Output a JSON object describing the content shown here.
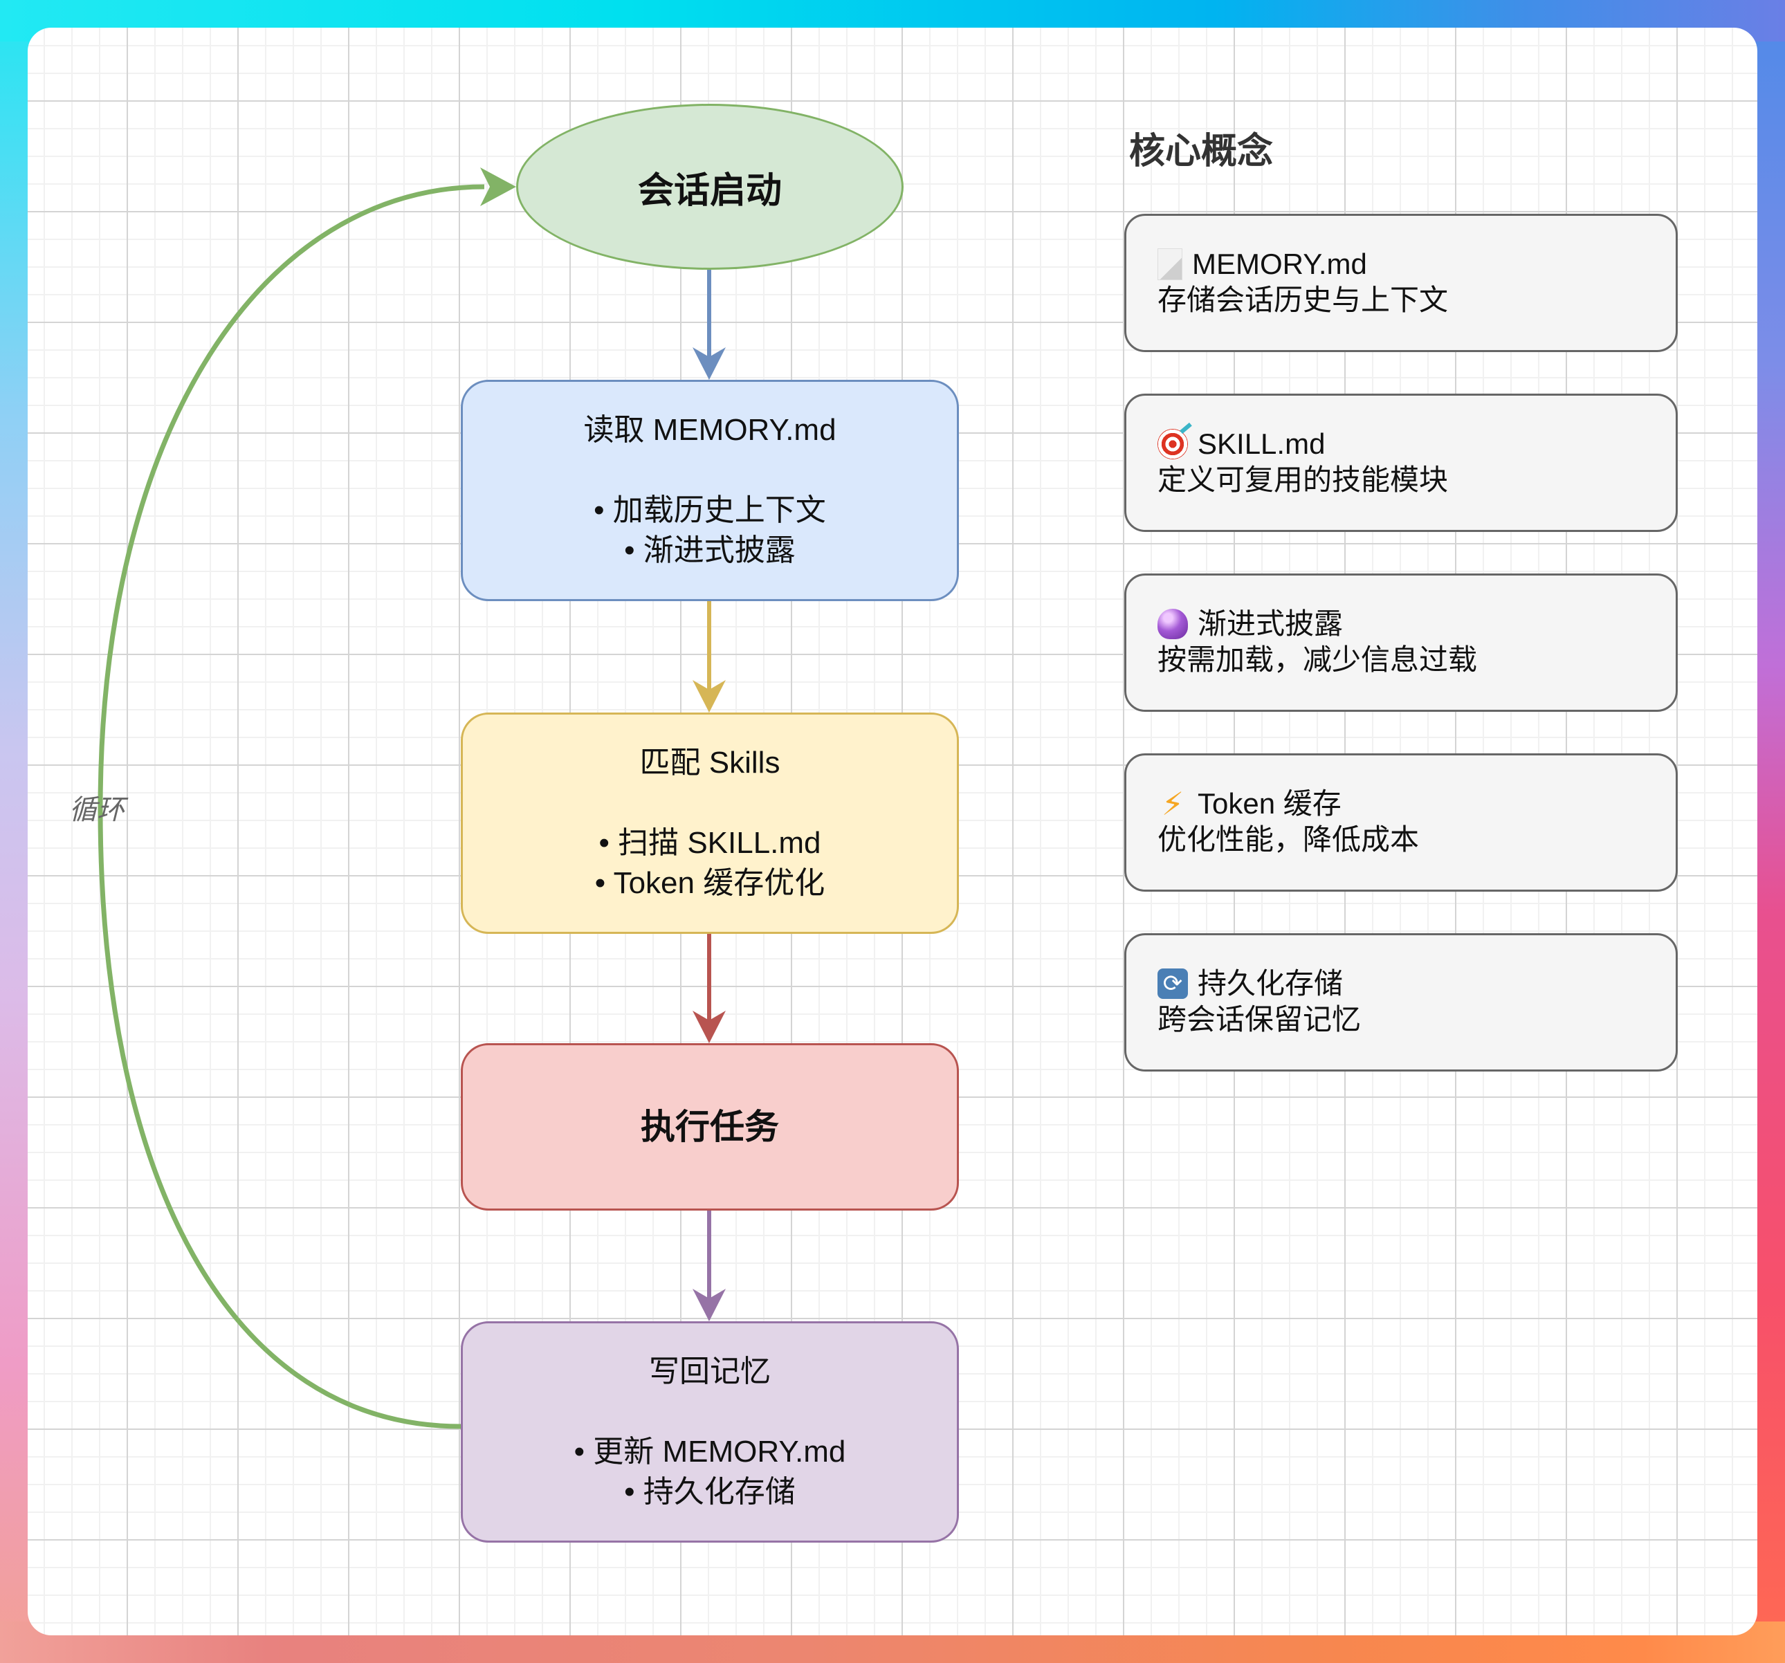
{
  "flow": {
    "start": {
      "label": "会话启动"
    },
    "steps": [
      {
        "title": "读取 MEMORY.md",
        "bullets": [
          "• 加载历史上下文",
          "• 渐进式披露"
        ]
      },
      {
        "title": "匹配 Skills",
        "bullets": [
          "• 扫描 SKILL.md",
          "• Token 缓存优化"
        ]
      },
      {
        "title": "执行任务",
        "bullets": []
      },
      {
        "title": "写回记忆",
        "bullets": [
          "• 更新 MEMORY.md",
          "• 持久化存储"
        ]
      }
    ],
    "loop_label": "循环",
    "colors": {
      "start": "#82b366",
      "read": "#6c8ebf",
      "match": "#d6b656",
      "execute": "#b85450",
      "write": "#9673a6"
    }
  },
  "concepts": {
    "title": "核心概念",
    "cards": [
      {
        "icon": "document-icon",
        "glyph": "",
        "name": "MEMORY.md",
        "desc": "存储会话历史与上下文"
      },
      {
        "icon": "target-icon",
        "glyph": "",
        "name": "SKILL.md",
        "desc": "定义可复用的技能模块"
      },
      {
        "icon": "crystal-ball-icon",
        "glyph": "",
        "name": "渐进式披露",
        "desc": "按需加载，减少信息过载"
      },
      {
        "icon": "lightning-icon",
        "glyph": "⚡",
        "name": "Token 缓存",
        "desc": "优化性能，降低成本"
      },
      {
        "icon": "cycle-icon",
        "glyph": "⟳",
        "name": "持久化存储",
        "desc": "跨会话保留记忆"
      }
    ]
  }
}
